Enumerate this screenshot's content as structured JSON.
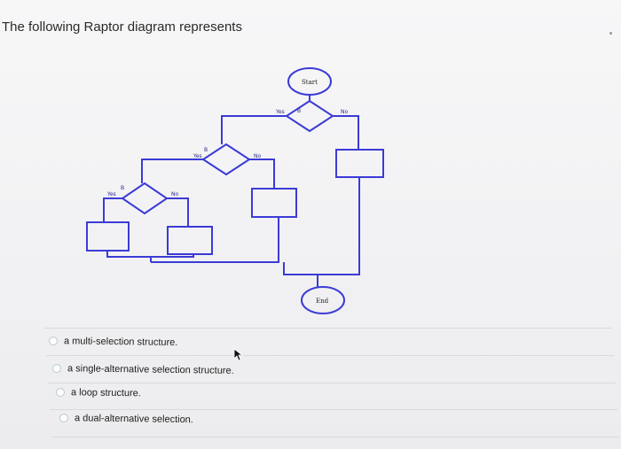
{
  "question": {
    "text": "The following Raptor diagram represents"
  },
  "diagram": {
    "start_label": "Start",
    "end_label": "End",
    "true_label": "Yes",
    "false_label": "No",
    "decision_glyph": "B"
  },
  "options": [
    {
      "label": "a multi-selection structure."
    },
    {
      "label": "a single-alternative selection structure."
    },
    {
      "label": "a loop structure."
    },
    {
      "label": "a dual-alternative selection."
    }
  ],
  "colors": {
    "flow": "#3b3bd6",
    "radio_border": "#b9c9d6"
  },
  "icons": {
    "cursor": "pointer-arrow-icon",
    "radio": "radio-circle-icon"
  }
}
